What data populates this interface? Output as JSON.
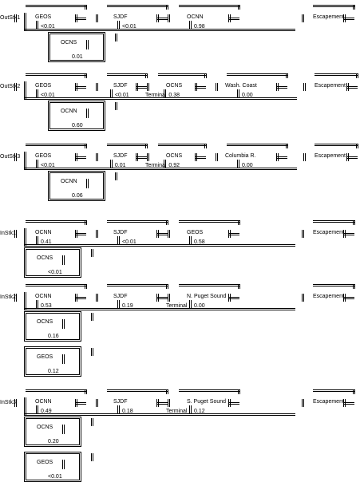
{
  "stocks": [
    {
      "label": "OutStk1",
      "row": [
        {
          "name": "GEOS",
          "value": "<0.01"
        },
        {
          "name": "SJDF",
          "value": "<0.01"
        },
        {
          "name": "OCNN",
          "value": "0.98"
        },
        {
          "name": "Escapement",
          "value": ""
        }
      ],
      "terminal": "",
      "branches": [
        {
          "name": "OCNS",
          "value": "0.01"
        }
      ]
    },
    {
      "label": "OutStk2",
      "row": [
        {
          "name": "GEOS",
          "value": "<0.01"
        },
        {
          "name": "SJDF",
          "value": "<0.01"
        },
        {
          "name": "OCNS",
          "value": "0.38"
        },
        {
          "name": "Wash. Coast",
          "value": "0.00"
        },
        {
          "name": "Escapement",
          "value": ""
        }
      ],
      "terminal": "Terminal",
      "branches": [
        {
          "name": "OCNN",
          "value": "0.60"
        }
      ]
    },
    {
      "label": "OutStk3",
      "row": [
        {
          "name": "GEOS",
          "value": "<0.01"
        },
        {
          "name": "SJDF",
          "value": "0.01"
        },
        {
          "name": "OCNS",
          "value": "0.92"
        },
        {
          "name": "Columbia R.",
          "value": "0.00"
        },
        {
          "name": "Escapement",
          "value": ""
        }
      ],
      "terminal": "Terminal",
      "branches": [
        {
          "name": "OCNN",
          "value": "0.06"
        }
      ]
    },
    {
      "label": "InStk1",
      "row": [
        {
          "name": "OCNN",
          "value": "0.41"
        },
        {
          "name": "SJDF",
          "value": "<0.01"
        },
        {
          "name": "GEOS",
          "value": "0.58"
        },
        {
          "name": "Escapement",
          "value": ""
        }
      ],
      "terminal": "",
      "branches": [
        {
          "name": "OCNS",
          "value": "<0.01"
        }
      ]
    },
    {
      "label": "InStk2",
      "row": [
        {
          "name": "OCNN",
          "value": "0.53"
        },
        {
          "name": "SJDF",
          "value": "0.19"
        },
        {
          "name": "N. Puget Sound",
          "value": "0.00"
        },
        {
          "name": "Escapement",
          "value": ""
        }
      ],
      "terminal": "Terminal",
      "branches": [
        {
          "name": "OCNS",
          "value": "0.16"
        },
        {
          "name": "GEOS",
          "value": "0.12"
        }
      ]
    },
    {
      "label": "InStk3",
      "row": [
        {
          "name": "OCNN",
          "value": "0.49"
        },
        {
          "name": "SJDF",
          "value": "0.18"
        },
        {
          "name": "S. Puget Sound",
          "value": "0.12"
        },
        {
          "name": "Escapement",
          "value": ""
        }
      ],
      "terminal": "Terminal",
      "branches": [
        {
          "name": "OCNS",
          "value": "0.20"
        },
        {
          "name": "GEOS",
          "value": "<0.01"
        }
      ]
    }
  ]
}
